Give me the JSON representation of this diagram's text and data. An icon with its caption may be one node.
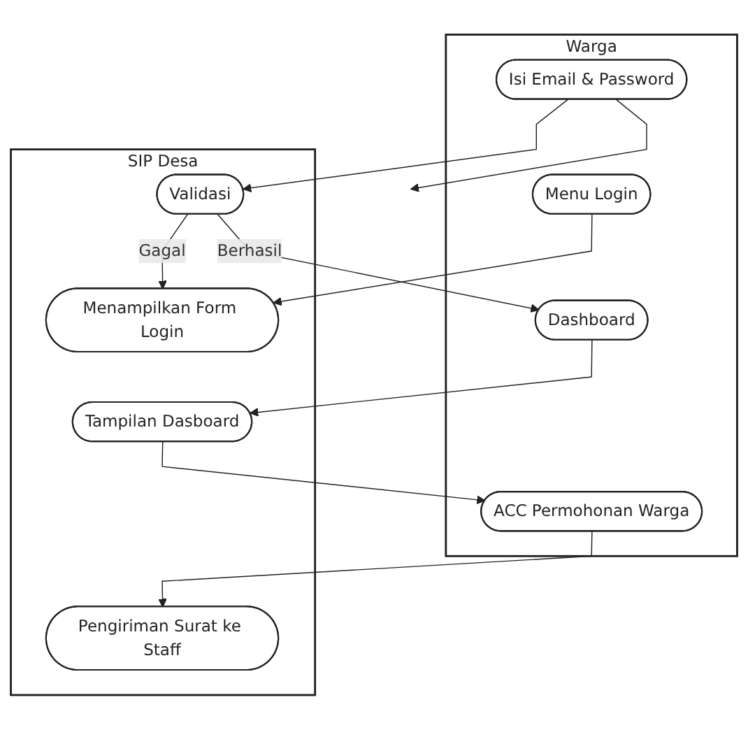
{
  "diagram": {
    "nodes": [
      {
        "text": [
          "Warga"
        ]
      },
      {
        "text": [
          "SIP Desa"
        ]
      },
      {
        "text": [
          "Menu Login"
        ],
        "in": 0
      },
      {
        "text": [
          "Menampilkan Form Login"
        ],
        "in": 1
      },
      {
        "text": [
          "Isi Email & Password"
        ],
        "in": 0
      },
      {
        "text": [
          "Validasi"
        ],
        "in": 1
      },
      {
        "text": [
          "Dashboard"
        ],
        "in": 0
      },
      {
        "text": [
          "Tampilan Dasboard"
        ],
        "in": 1
      },
      {
        "text": [
          "ACC Permohonan Warga"
        ],
        "in": 0
      },
      {
        "text": [
          "Pengiriman Surat ke Staff"
        ],
        "in": 1
      }
    ],
    "edges": [
      {
        "from": 2,
        "to": 3,
        "arrow": "to"
      },
      {
        "from": 4,
        "to": 5,
        "arrow": "to"
      },
      {
        "from": 4,
        "to": null,
        "arrow": "to"
      },
      {
        "from": 5,
        "to": 3,
        "arrow": "to",
        "label": "Gagal"
      },
      {
        "from": 5,
        "to": 6,
        "arrow": "to",
        "label": "Berhasil"
      },
      {
        "from": 6,
        "to": 7,
        "arrow": "to"
      },
      {
        "from": 7,
        "to": 8,
        "arrow": "to"
      },
      {
        "from": 8,
        "to": 9,
        "arrow": "to"
      }
    ]
  }
}
